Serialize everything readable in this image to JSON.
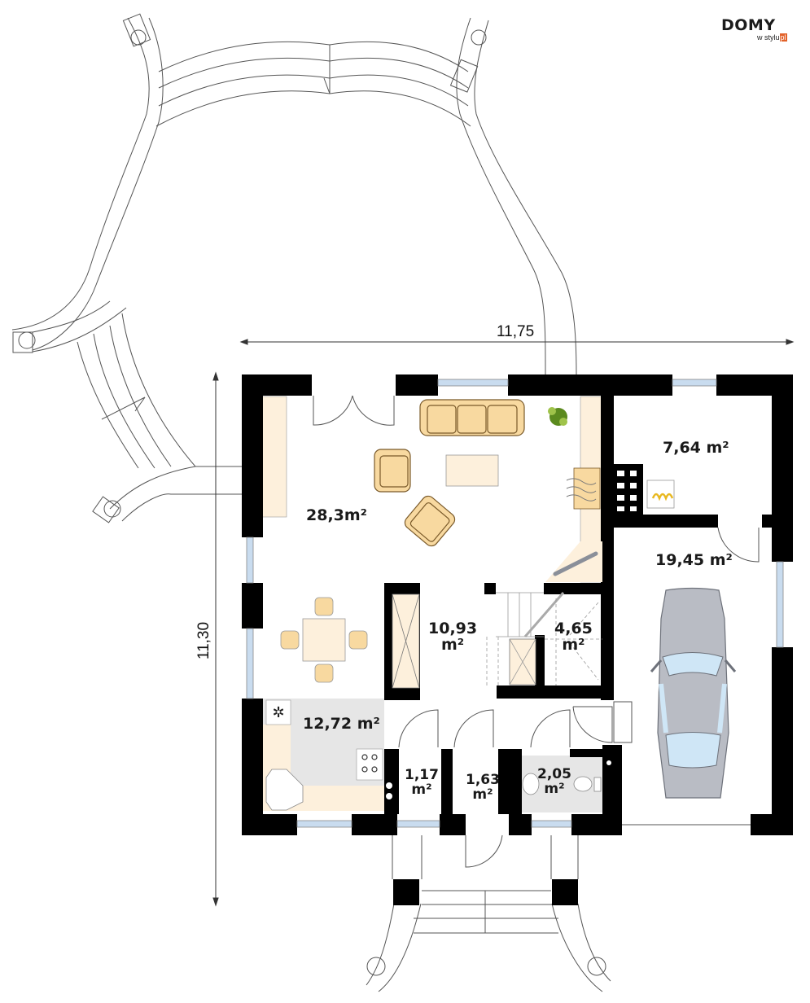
{
  "logo": {
    "brand": "DOMY",
    "tagline": "w stylu",
    "tld": "pl",
    "accent_color": "#e2622a"
  },
  "dimensions": {
    "width": "11,75",
    "depth": "11,30"
  },
  "rooms": [
    {
      "id": "living-room",
      "area": "28,3m²"
    },
    {
      "id": "boiler-room",
      "area": "7,64 m²"
    },
    {
      "id": "garage",
      "area": "19,45 m²"
    },
    {
      "id": "hall",
      "area": "10,93",
      "unit": "m²"
    },
    {
      "id": "storage-under-stairs",
      "area": "4,65",
      "unit": "m²"
    },
    {
      "id": "kitchen",
      "area": "12,72 m²"
    },
    {
      "id": "pantry",
      "area": "1,17",
      "unit": "m²"
    },
    {
      "id": "vestibule",
      "area": "1,63",
      "unit": "m²"
    },
    {
      "id": "wc",
      "area": "2,05",
      "unit": "m²"
    }
  ],
  "colors": {
    "wall": "#000000",
    "furniture_fill": "#f8d9a0",
    "furniture_stroke": "#7a5a2a",
    "floor_tint": "#fdf0dc",
    "kitchen_floor": "#e6e6e6",
    "window_glass": "#c9dcef",
    "car_body": "#b9bcc4",
    "car_glass": "#cfe6f6",
    "plant": "#5b8a1e",
    "flame": "#e8b820"
  }
}
